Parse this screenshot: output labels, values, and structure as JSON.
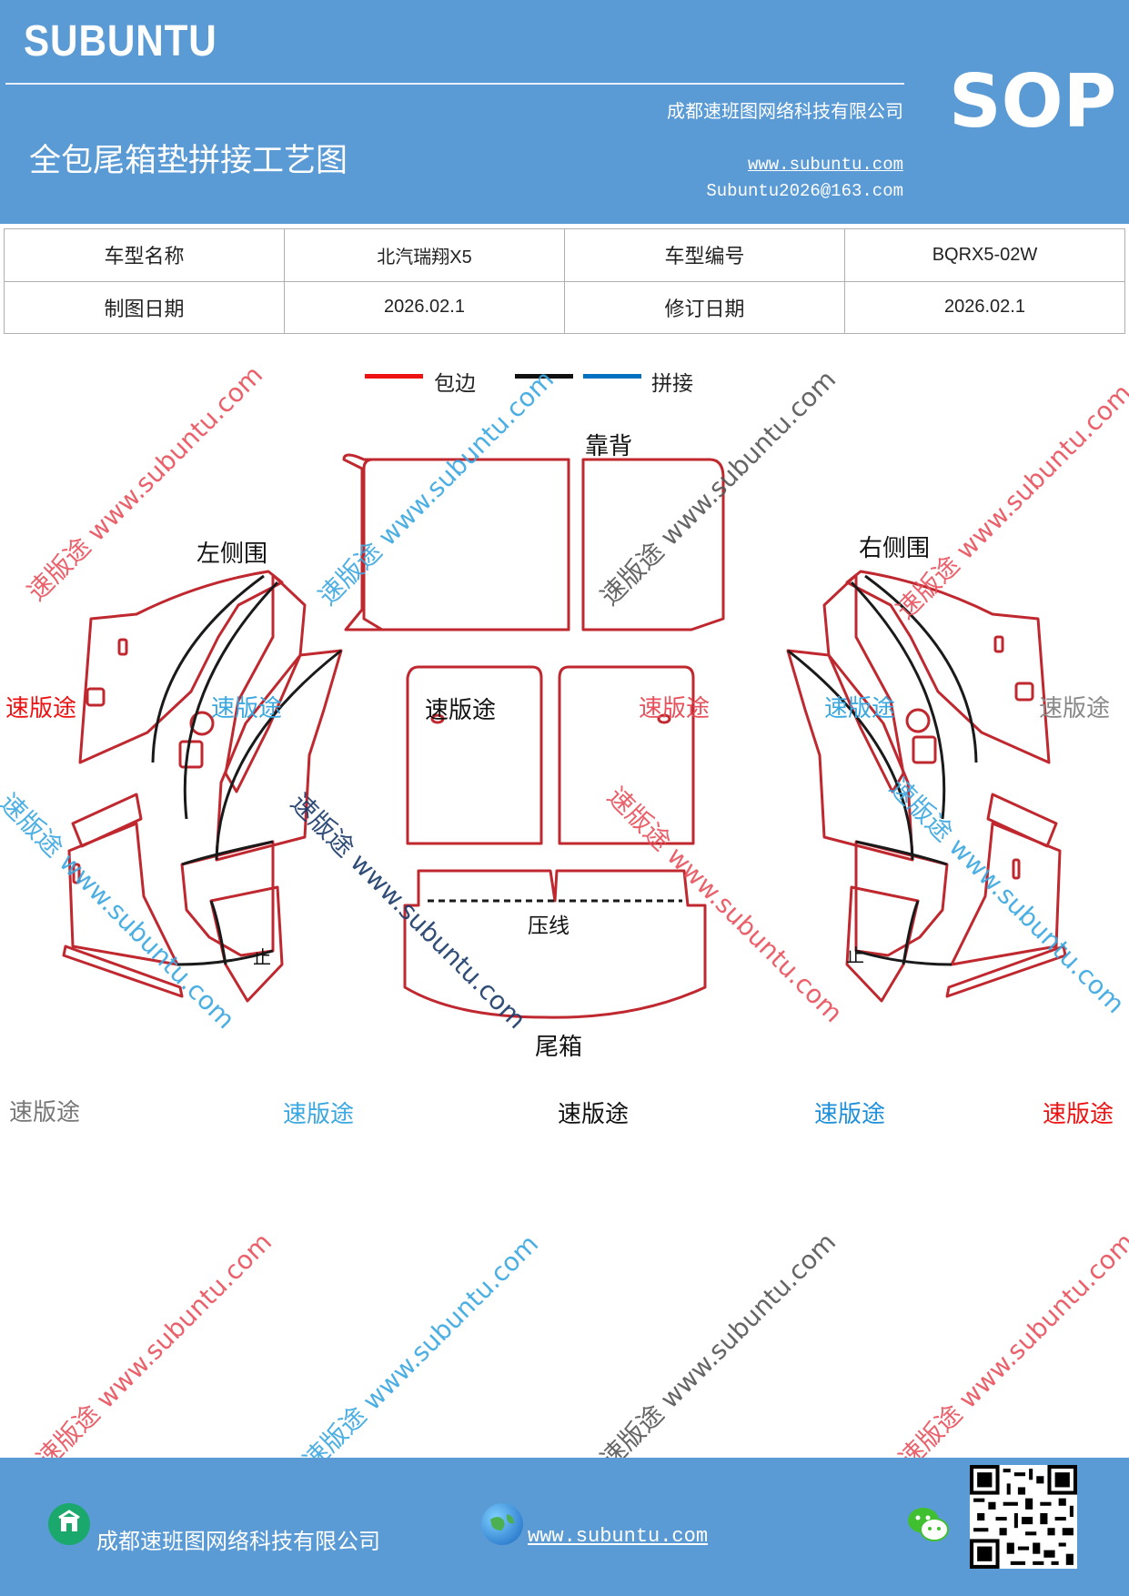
{
  "header": {
    "brand": "SUBUNTU",
    "badge": "SOP",
    "company": "成都速班图网络科技有限公司",
    "title": "全包尾箱垫拼接工艺图",
    "website": "www.subuntu.com",
    "email": "Subuntu2026@163.com",
    "background_color": "#5b9bd5"
  },
  "info_table": {
    "rows": [
      [
        "车型名称",
        "北汽瑞翔X5",
        "车型编号",
        "BQRX5-02W"
      ],
      [
        "制图日期",
        "2026.02.1",
        "修订日期",
        "2026.02.1"
      ]
    ]
  },
  "legend": {
    "items": [
      {
        "label": "包边",
        "color": "#ee1111"
      },
      {
        "label": "",
        "color": "#111111"
      },
      {
        "label": "拼接",
        "color": "#0070c0"
      }
    ]
  },
  "diagram": {
    "labels": {
      "back": "靠背",
      "left": "左侧围",
      "right": "右侧围",
      "press": "压线",
      "trunk": "尾箱",
      "floor_brand": "速版途",
      "mark_left": "止",
      "mark_right": "止"
    },
    "edge_color": "#c0282f",
    "seam_color": "#1a1a1a"
  },
  "watermarks": {
    "brand": "速版途",
    "domain": "www.subuntu.com",
    "row1": [
      "速版途",
      "速版途",
      "速版途",
      "速版途",
      "速版途"
    ],
    "row2": [
      "速版途",
      "速版途",
      "速版途",
      "速版途",
      "速版途"
    ]
  },
  "footer": {
    "company": "成都速班图网络科技有限公司",
    "website": "www.subuntu.com"
  }
}
